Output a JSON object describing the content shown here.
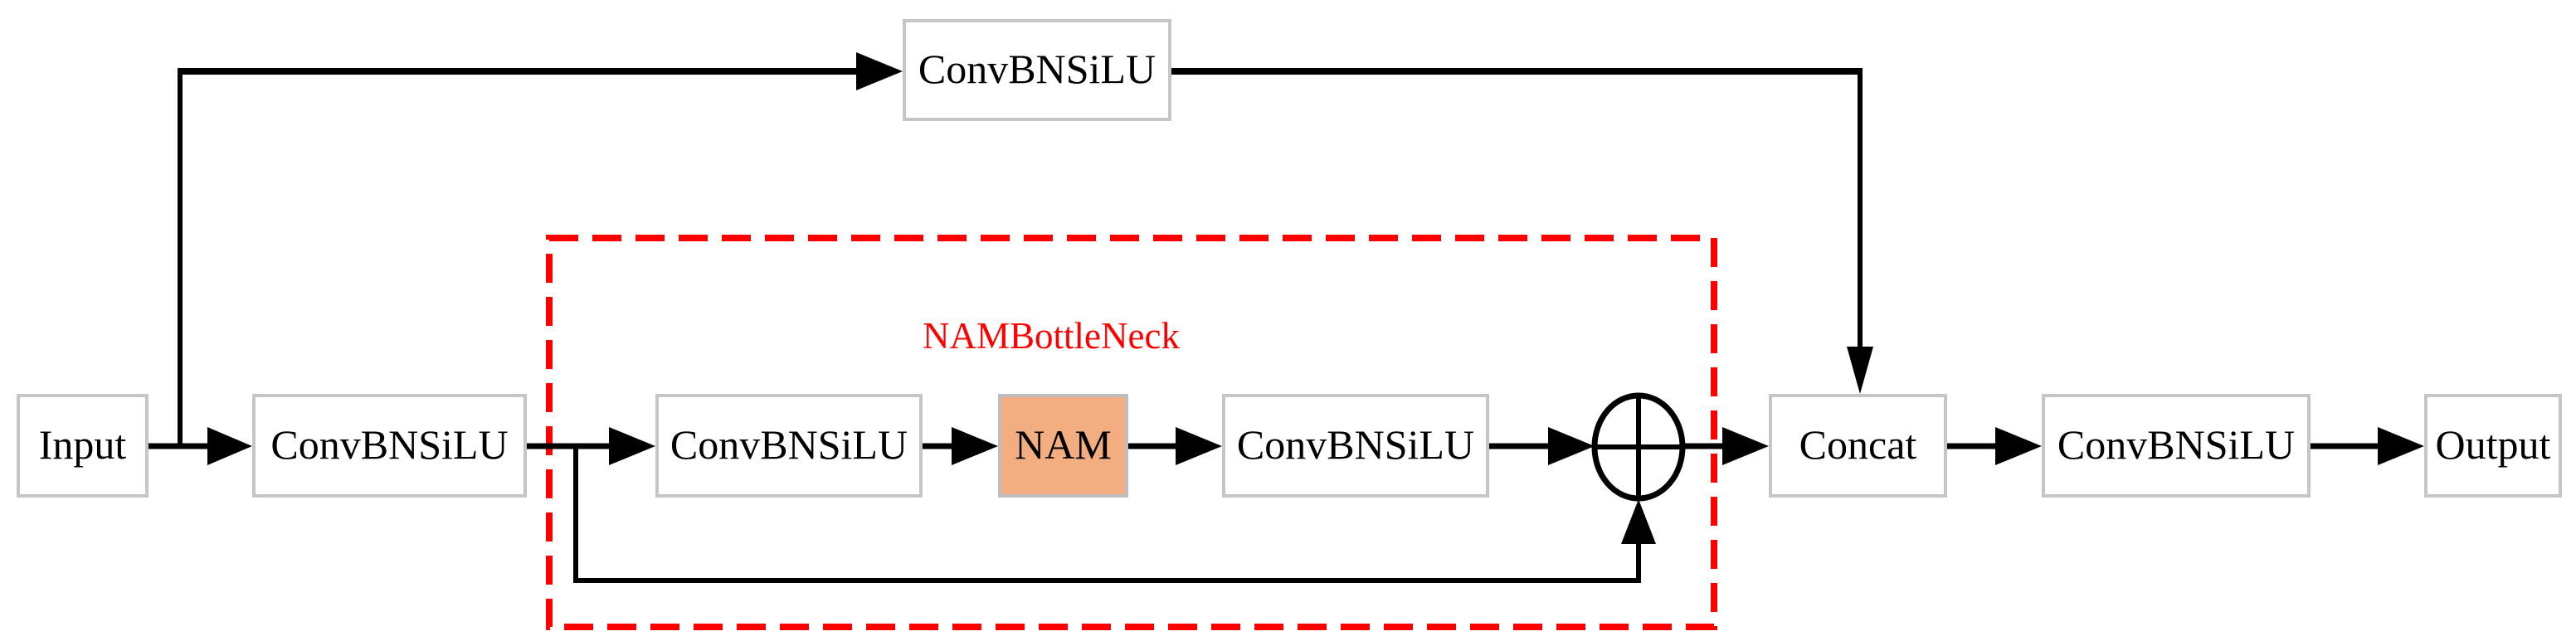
{
  "diagram": {
    "group": {
      "label": "NAMBottleNeck",
      "border_color": "#ff0000",
      "border_style": "dashed"
    },
    "nodes": {
      "input": {
        "label": "Input",
        "fill": "#ffffff"
      },
      "top_conv": {
        "label": "ConvBNSiLU",
        "fill": "#ffffff"
      },
      "stem_conv": {
        "label": "ConvBNSiLU",
        "fill": "#ffffff"
      },
      "bottleneck_conv_1": {
        "label": "ConvBNSiLU",
        "fill": "#ffffff"
      },
      "nam": {
        "label": "NAM",
        "fill": "#f2ae81"
      },
      "bottleneck_conv_2": {
        "label": "ConvBNSiLU",
        "fill": "#ffffff"
      },
      "add": {
        "operator": "add",
        "icon": "circle-plus-icon"
      },
      "concat": {
        "label": "Concat",
        "fill": "#ffffff"
      },
      "head_conv": {
        "label": "ConvBNSiLU",
        "fill": "#ffffff"
      },
      "output": {
        "label": "Output",
        "fill": "#ffffff"
      }
    },
    "edges": [
      {
        "from": "input",
        "to": "stem_conv"
      },
      {
        "from": "input",
        "to": "top_conv",
        "via": "top-branch"
      },
      {
        "from": "top_conv",
        "to": "concat"
      },
      {
        "from": "stem_conv",
        "to": "bottleneck_conv_1"
      },
      {
        "from": "stem_conv",
        "to": "add",
        "via": "skip-connection"
      },
      {
        "from": "bottleneck_conv_1",
        "to": "nam"
      },
      {
        "from": "nam",
        "to": "bottleneck_conv_2"
      },
      {
        "from": "bottleneck_conv_2",
        "to": "add"
      },
      {
        "from": "add",
        "to": "concat"
      },
      {
        "from": "concat",
        "to": "head_conv"
      },
      {
        "from": "head_conv",
        "to": "output"
      }
    ],
    "colors": {
      "line": "#000000",
      "box_border": "#c6c6c6",
      "group_border": "#ff0000",
      "nam_fill": "#f2ae81",
      "background": "#ffffff"
    }
  }
}
